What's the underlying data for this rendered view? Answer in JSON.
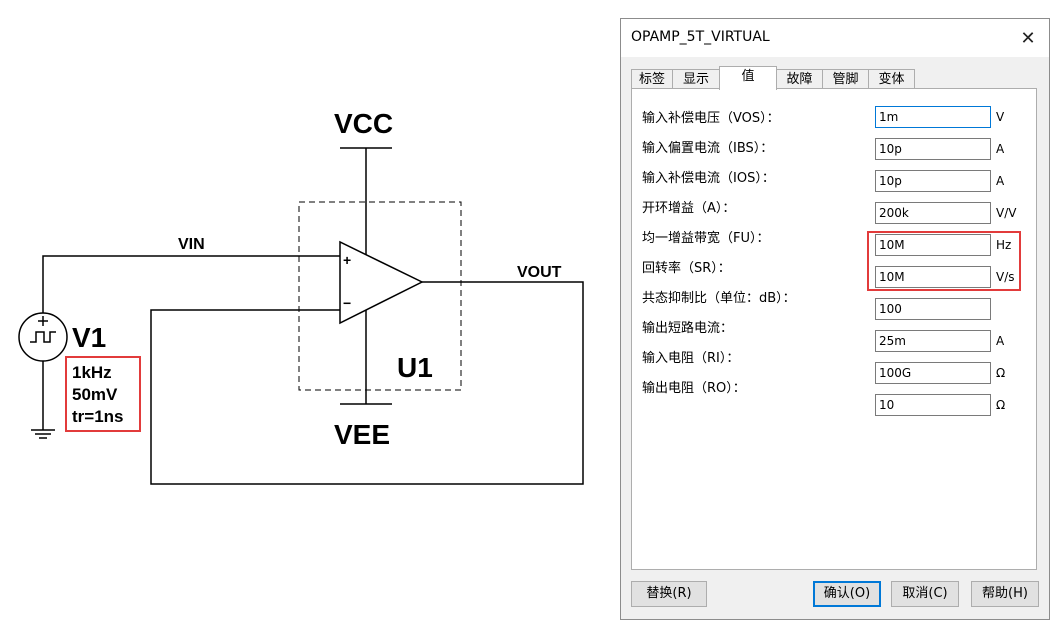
{
  "schematic": {
    "vcc_label": "VCC",
    "vee_label": "VEE",
    "vin_label": "VIN",
    "vout_label": "VOUT",
    "u1_label": "U1",
    "v1_label": "V1",
    "v1_params": [
      "1kHz",
      "50mV",
      "tr=1ns"
    ],
    "plus_sign": "+",
    "minus_sign": "−"
  },
  "dialog": {
    "title": "OPAMP_5T_VIRTUAL",
    "close_glyph": "✕",
    "tabs": [
      {
        "label": "标签",
        "active": false
      },
      {
        "label": "显示",
        "active": false
      },
      {
        "label": "值",
        "active": true
      },
      {
        "label": "故障",
        "active": false
      },
      {
        "label": "管脚",
        "active": false
      },
      {
        "label": "变体",
        "active": false
      }
    ],
    "params": [
      {
        "label": "输入补偿电压（VOS）：",
        "value": "1m",
        "unit": "V"
      },
      {
        "label": "输入偏置电流（IBS）：",
        "value": "10p",
        "unit": "A"
      },
      {
        "label": "输入补偿电流（IOS）：",
        "value": "10p",
        "unit": "A"
      },
      {
        "label": "开环增益（A）：",
        "value": "200k",
        "unit": "V/V"
      },
      {
        "label": "均一增益带宽（FU）：",
        "value": "10M",
        "unit": "Hz"
      },
      {
        "label": "回转率（SR）：",
        "value": "10M",
        "unit": "V/s"
      },
      {
        "label": "共态抑制比（单位：dB）：",
        "value": "100",
        "unit": ""
      },
      {
        "label": "输出短路电流：",
        "value": "25m",
        "unit": "A"
      },
      {
        "label": "输入电阻（RI）：",
        "value": "100G",
        "unit": "Ω"
      },
      {
        "label": "输出电阻（RO）：",
        "value": "10",
        "unit": "Ω"
      }
    ],
    "buttons": {
      "replace": "替换(R)",
      "ok": "确认(O)",
      "cancel": "取消(C)",
      "help": "帮助(H)"
    }
  },
  "colors": {
    "highlight": "#e23b3b",
    "focus": "#0078d7"
  }
}
